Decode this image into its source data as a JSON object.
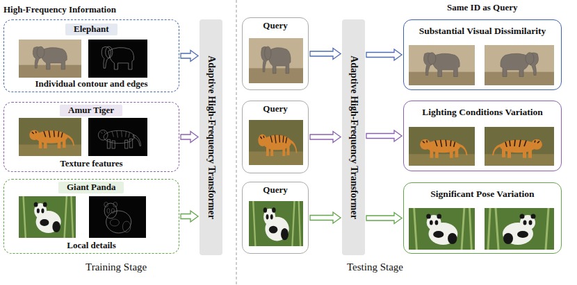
{
  "diagram": {
    "nodes": [
      {
        "text": [
          "Individual contour and edges"
        ]
      },
      {
        "text": [
          "Elephant"
        ],
        "in": 0
      },
      {
        "text": [
          "Texture features"
        ]
      },
      {
        "text": [
          "Amur Tiger"
        ],
        "in": 2
      },
      {
        "text": [
          "Local details"
        ]
      },
      {
        "text": [
          "Giant Panda"
        ],
        "in": 4
      },
      {
        "text": [
          "Adaptive High-Frequency Transformer"
        ]
      },
      {
        "text": [
          "Query"
        ]
      },
      {
        "text": [
          "Query"
        ]
      },
      {
        "text": [
          "Query"
        ]
      },
      {
        "text": [
          "Adaptive High-Frequency Transformer"
        ]
      },
      {
        "text": [
          "Substantial Visual Dissimilarity"
        ]
      },
      {
        "text": [
          "Lighting Conditions Variation"
        ]
      },
      {
        "text": [
          "Significant Pose Variation"
        ]
      }
    ],
    "edges": [
      {
        "from": 0,
        "to": 6,
        "arrow": "to"
      },
      {
        "from": 2,
        "to": 6,
        "arrow": "to"
      },
      {
        "from": 4,
        "to": 6,
        "arrow": "to"
      },
      {
        "from": 7,
        "to": 10,
        "arrow": "to"
      },
      {
        "from": 8,
        "to": 10,
        "arrow": "to"
      },
      {
        "from": 9,
        "to": 10,
        "arrow": "to"
      },
      {
        "from": 10,
        "to": 11,
        "arrow": "to"
      },
      {
        "from": 10,
        "to": 12,
        "arrow": "to"
      },
      {
        "from": 10,
        "to": 13,
        "arrow": "to"
      }
    ],
    "labels": [
      "High-Frequency Information",
      "Training Stage",
      "Same ID as Query",
      "Testing Stage"
    ]
  }
}
